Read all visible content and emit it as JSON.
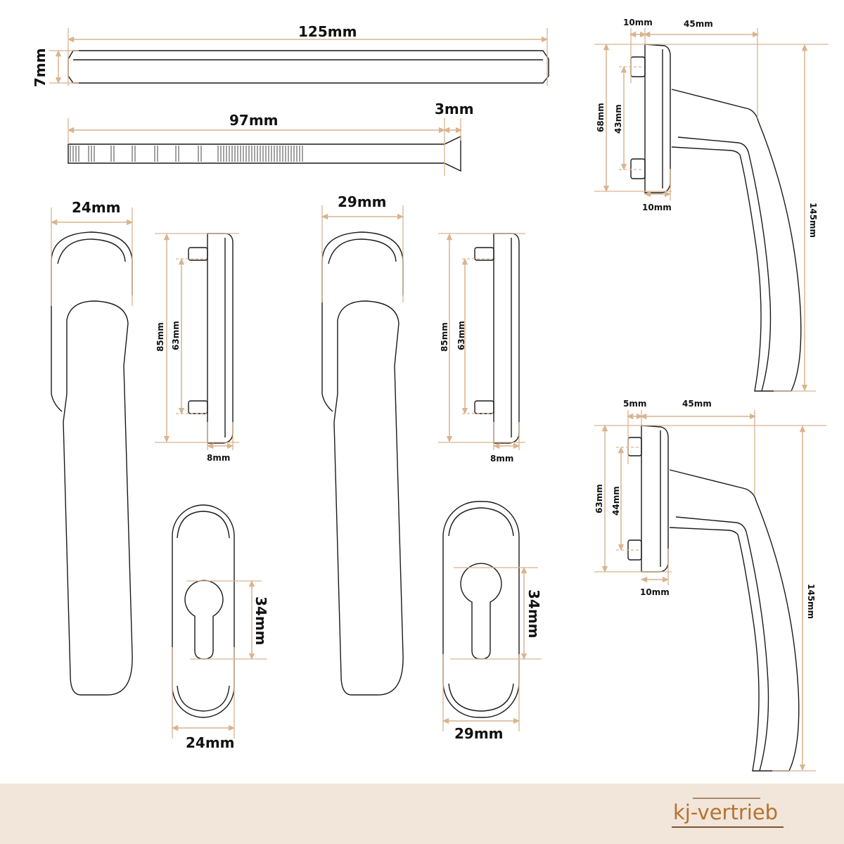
{
  "spindle": {
    "length": "125mm",
    "size": "7mm"
  },
  "screw": {
    "length": "97mm",
    "diameter": "3mm"
  },
  "handle_a": {
    "width": "24mm",
    "rose_height": "85mm",
    "pin_spacing": "63mm",
    "rose_depth": "8mm",
    "escutcheon_hole": "34mm",
    "escutcheon_width": "24mm"
  },
  "handle_b": {
    "width": "29mm",
    "rose_height": "85mm",
    "pin_spacing": "63mm",
    "rose_depth": "8mm",
    "escutcheon_hole": "34mm",
    "escutcheon_width": "29mm"
  },
  "side_top": {
    "pin_length": "10mm",
    "projection": "45mm",
    "rose_height": "68mm",
    "pin_spacing": "43mm",
    "rose_depth": "10mm",
    "total_length": "145mm"
  },
  "side_bottom": {
    "pin_length": "5mm",
    "projection": "45mm",
    "rose_height": "63mm",
    "pin_spacing": "44mm",
    "rose_depth": "10mm",
    "total_length": "145mm"
  },
  "footer": {
    "logo": "kj-vertrieb"
  },
  "colors": {
    "dimension": "#d9b48f",
    "footer_bg": "#f2e6da",
    "logo": "#b5722f"
  }
}
